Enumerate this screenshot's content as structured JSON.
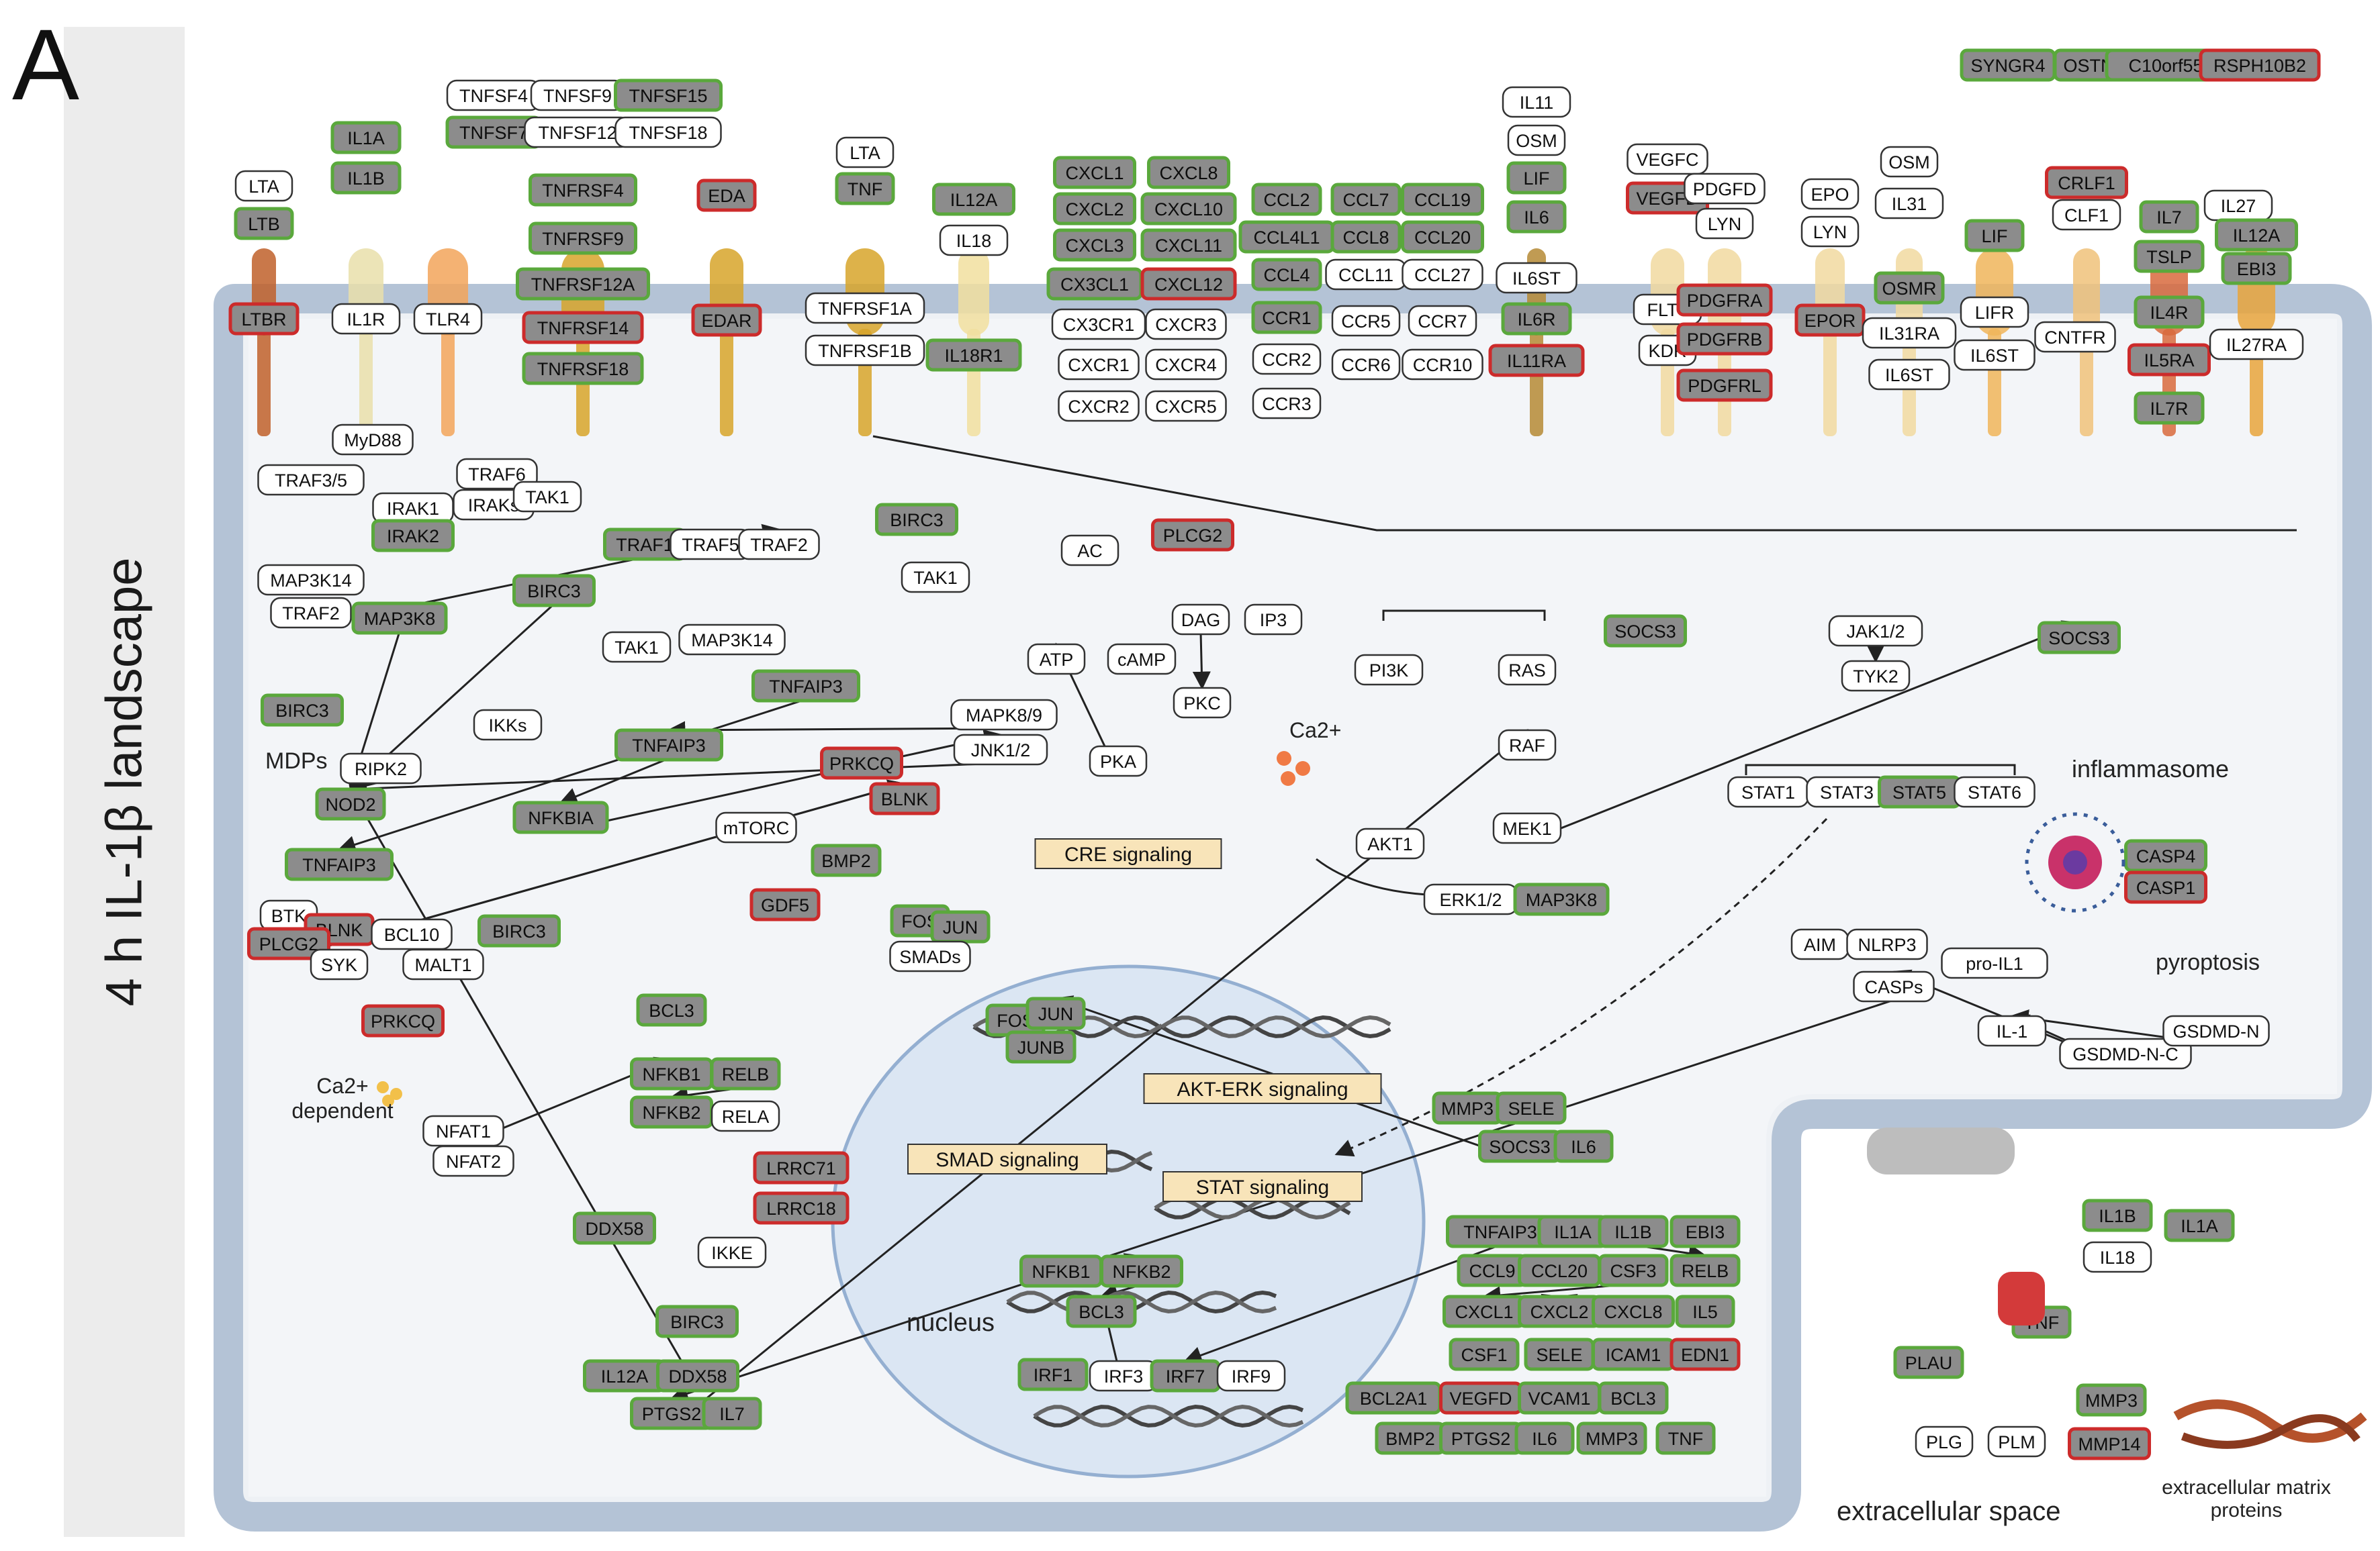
{
  "panel_letter": "A",
  "side_title": "4 h IL-1β landscape",
  "labels": {
    "nucleus": "nucleus",
    "extracellular_space": "extracellular space",
    "ecm": "extracellular matrix proteins",
    "inflammasome": "inflammasome",
    "pyroptosis": "pyroptosis",
    "mdps": "MDPs",
    "ca_dependent": "Ca2+ dependent",
    "ca": "Ca2+"
  },
  "pathways": [
    "CRE signaling",
    "AKT-ERK signaling",
    "SMAD signaling",
    "STAT signaling"
  ],
  "colors": {
    "green": "#5aa83c",
    "red": "#cc2b2b",
    "gray": "#8c8c8c",
    "membrane": "#b9c8da",
    "nucleus": "#dbe6f3"
  },
  "nodes": [
    {
      "t": "SYNGR4",
      "s": "g"
    },
    {
      "t": "OSTN",
      "s": "g"
    },
    {
      "t": "C10orf55",
      "s": "g"
    },
    {
      "t": "RSPH10B2",
      "s": "r"
    },
    {
      "t": "TNFSF4",
      "s": "w"
    },
    {
      "t": "TNFSF9",
      "s": "w"
    },
    {
      "t": "TNFSF15",
      "s": "g"
    },
    {
      "t": "TNFSF7",
      "s": "g"
    },
    {
      "t": "TNFSF12",
      "s": "w"
    },
    {
      "t": "TNFSF18",
      "s": "w"
    },
    {
      "t": "LTA",
      "s": "w"
    },
    {
      "t": "LTB",
      "s": "g"
    },
    {
      "t": "IL1A",
      "s": "g"
    },
    {
      "t": "IL1B",
      "s": "g"
    },
    {
      "t": "TNFRSF4",
      "s": "g"
    },
    {
      "t": "TNFRSF9",
      "s": "g"
    },
    {
      "t": "TNFRSF12A",
      "s": "g"
    },
    {
      "t": "TNFRSF14",
      "s": "r"
    },
    {
      "t": "TNFRSF18",
      "s": "g"
    },
    {
      "t": "EDA",
      "s": "r"
    },
    {
      "t": "EDAR",
      "s": "r"
    },
    {
      "t": "LTA",
      "s": "w"
    },
    {
      "t": "TNF",
      "s": "g"
    },
    {
      "t": "TNFRSF1A",
      "s": "w"
    },
    {
      "t": "TNFRSF1B",
      "s": "w"
    },
    {
      "t": "IL12A",
      "s": "g"
    },
    {
      "t": "IL18",
      "s": "w"
    },
    {
      "t": "IL18R1",
      "s": "g"
    },
    {
      "t": "CXCL1",
      "s": "g"
    },
    {
      "t": "CXCL2",
      "s": "g"
    },
    {
      "t": "CXCL3",
      "s": "g"
    },
    {
      "t": "CX3CL1",
      "s": "g"
    },
    {
      "t": "CXCL8",
      "s": "g"
    },
    {
      "t": "CXCL10",
      "s": "g"
    },
    {
      "t": "CXCL11",
      "s": "g"
    },
    {
      "t": "CXCL12",
      "s": "r"
    },
    {
      "t": "CX3CR1",
      "s": "w"
    },
    {
      "t": "CXCR1",
      "s": "w"
    },
    {
      "t": "CXCR2",
      "s": "w"
    },
    {
      "t": "CXCR3",
      "s": "w"
    },
    {
      "t": "CXCR4",
      "s": "w"
    },
    {
      "t": "CXCR5",
      "s": "w"
    },
    {
      "t": "CCL2",
      "s": "g"
    },
    {
      "t": "CCL7",
      "s": "g"
    },
    {
      "t": "CCL19",
      "s": "g"
    },
    {
      "t": "CCL4L1",
      "s": "g"
    },
    {
      "t": "CCL8",
      "s": "g"
    },
    {
      "t": "CCL20",
      "s": "g"
    },
    {
      "t": "CCL4",
      "s": "g"
    },
    {
      "t": "CCL11",
      "s": "w"
    },
    {
      "t": "CCL27",
      "s": "w"
    },
    {
      "t": "CCR1",
      "s": "g"
    },
    {
      "t": "CCR5",
      "s": "w"
    },
    {
      "t": "CCR7",
      "s": "w"
    },
    {
      "t": "CCR2",
      "s": "w"
    },
    {
      "t": "CCR6",
      "s": "w"
    },
    {
      "t": "CCR10",
      "s": "w"
    },
    {
      "t": "CCR3",
      "s": "w"
    },
    {
      "t": "IL11",
      "s": "w"
    },
    {
      "t": "OSM",
      "s": "w"
    },
    {
      "t": "LIF",
      "s": "g"
    },
    {
      "t": "IL6",
      "s": "g"
    },
    {
      "t": "IL6ST",
      "s": "w"
    },
    {
      "t": "IL6R",
      "s": "g"
    },
    {
      "t": "IL11RA",
      "s": "r"
    },
    {
      "t": "VEGFC",
      "s": "w"
    },
    {
      "t": "VEGFD",
      "s": "r"
    },
    {
      "t": "FLT4",
      "s": "w"
    },
    {
      "t": "KDR",
      "s": "w"
    },
    {
      "t": "PDGFD",
      "s": "w"
    },
    {
      "t": "LYN",
      "s": "w"
    },
    {
      "t": "PDGFRA",
      "s": "r"
    },
    {
      "t": "PDGFRB",
      "s": "r"
    },
    {
      "t": "PDGFRL",
      "s": "r"
    },
    {
      "t": "EPO",
      "s": "w"
    },
    {
      "t": "LYN",
      "s": "w"
    },
    {
      "t": "EPOR",
      "s": "r"
    },
    {
      "t": "OSM",
      "s": "w"
    },
    {
      "t": "IL31",
      "s": "w"
    },
    {
      "t": "OSMR",
      "s": "g"
    },
    {
      "t": "IL31RA",
      "s": "w"
    },
    {
      "t": "IL6ST",
      "s": "w"
    },
    {
      "t": "LIF",
      "s": "g"
    },
    {
      "t": "LIFR",
      "s": "w"
    },
    {
      "t": "IL6ST",
      "s": "w"
    },
    {
      "t": "CRLF1",
      "s": "r"
    },
    {
      "t": "CLF1",
      "s": "w"
    },
    {
      "t": "CNTFR",
      "s": "w"
    },
    {
      "t": "IL7",
      "s": "g"
    },
    {
      "t": "TSLP",
      "s": "g"
    },
    {
      "t": "IL4R",
      "s": "g"
    },
    {
      "t": "IL5RA",
      "s": "r"
    },
    {
      "t": "IL7R",
      "s": "g"
    },
    {
      "t": "IL27",
      "s": "w"
    },
    {
      "t": "IL12A",
      "s": "g"
    },
    {
      "t": "EBI3",
      "s": "g"
    },
    {
      "t": "IL27RA",
      "s": "w"
    },
    {
      "t": "LTBR",
      "s": "r"
    },
    {
      "t": "IL1R",
      "s": "w"
    },
    {
      "t": "TLR4",
      "s": "w"
    },
    {
      "t": "MyD88",
      "s": "w"
    },
    {
      "t": "TRAF6",
      "s": "w"
    },
    {
      "t": "IRAKs",
      "s": "w"
    },
    {
      "t": "TAK1",
      "s": "w"
    },
    {
      "t": "TRAF3/5",
      "s": "w"
    },
    {
      "t": "IRAK1",
      "s": "w"
    },
    {
      "t": "IRAK2",
      "s": "g"
    },
    {
      "t": "MAP3K14",
      "s": "w"
    },
    {
      "t": "TRAF2",
      "s": "w"
    },
    {
      "t": "MAP3K8",
      "s": "g"
    },
    {
      "t": "TRAF1",
      "s": "g"
    },
    {
      "t": "TRAF5",
      "s": "w"
    },
    {
      "t": "TRAF2",
      "s": "w"
    },
    {
      "t": "BIRC3",
      "s": "g"
    },
    {
      "t": "BIRC3",
      "s": "g"
    },
    {
      "t": "TAK1",
      "s": "w"
    },
    {
      "t": "MAP3K14",
      "s": "w"
    },
    {
      "t": "TNFAIP3",
      "s": "g"
    },
    {
      "t": "TAK1",
      "s": "w"
    },
    {
      "t": "BIRC3",
      "s": "g"
    },
    {
      "t": "RIPK2",
      "s": "w"
    },
    {
      "t": "NOD2",
      "s": "g"
    },
    {
      "t": "TNFAIP3",
      "s": "g"
    },
    {
      "t": "IKKs",
      "s": "w"
    },
    {
      "t": "TNFAIP3",
      "s": "g"
    },
    {
      "t": "NFKBIA",
      "s": "g"
    },
    {
      "t": "mTORC",
      "s": "w"
    },
    {
      "t": "JNK1/2",
      "s": "w"
    },
    {
      "t": "MAPK8/9",
      "s": "w"
    },
    {
      "t": "PRKCQ",
      "s": "r"
    },
    {
      "t": "BLNK",
      "s": "r"
    },
    {
      "t": "BTK",
      "s": "w"
    },
    {
      "t": "BLNK",
      "s": "r"
    },
    {
      "t": "PLCG2",
      "s": "r"
    },
    {
      "t": "SYK",
      "s": "w"
    },
    {
      "t": "BCL10",
      "s": "w"
    },
    {
      "t": "MALT1",
      "s": "w"
    },
    {
      "t": "BIRC3",
      "s": "g"
    },
    {
      "t": "PRKCQ",
      "s": "r"
    },
    {
      "t": "NFAT1",
      "s": "w"
    },
    {
      "t": "NFAT2",
      "s": "w"
    },
    {
      "t": "BMP2",
      "s": "g"
    },
    {
      "t": "GDF5",
      "s": "r"
    },
    {
      "t": "FOS",
      "s": "g"
    },
    {
      "t": "JUN",
      "s": "g"
    },
    {
      "t": "SMADs",
      "s": "w"
    },
    {
      "t": "BCL3",
      "s": "g"
    },
    {
      "t": "NFKB1",
      "s": "g"
    },
    {
      "t": "RELB",
      "s": "g"
    },
    {
      "t": "NFKB2",
      "s": "g"
    },
    {
      "t": "RELA",
      "s": "w"
    },
    {
      "t": "LRRC71",
      "s": "r"
    },
    {
      "t": "LRRC18",
      "s": "r"
    },
    {
      "t": "DDX58",
      "s": "g"
    },
    {
      "t": "IKKE",
      "s": "w"
    },
    {
      "t": "BIRC3",
      "s": "g"
    },
    {
      "t": "IL12A",
      "s": "g"
    },
    {
      "t": "DDX58",
      "s": "g"
    },
    {
      "t": "PTGS2",
      "s": "g"
    },
    {
      "t": "IL7",
      "s": "g"
    },
    {
      "t": "AC",
      "s": "w"
    },
    {
      "t": "ATP",
      "s": "w"
    },
    {
      "t": "cAMP",
      "s": "w"
    },
    {
      "t": "PKA",
      "s": "w"
    },
    {
      "t": "PLCG2",
      "s": "r"
    },
    {
      "t": "DAG",
      "s": "w"
    },
    {
      "t": "IP3",
      "s": "w"
    },
    {
      "t": "PKC",
      "s": "w"
    },
    {
      "t": "PI3K",
      "s": "w"
    },
    {
      "t": "RAS",
      "s": "w"
    },
    {
      "t": "RAF",
      "s": "w"
    },
    {
      "t": "MEK1",
      "s": "w"
    },
    {
      "t": "AKT1",
      "s": "w"
    },
    {
      "t": "ERK1/2",
      "s": "w"
    },
    {
      "t": "MAP3K8",
      "s": "g"
    },
    {
      "t": "SOCS3",
      "s": "g"
    },
    {
      "t": "JAK1/2",
      "s": "w"
    },
    {
      "t": "TYK2",
      "s": "w"
    },
    {
      "t": "SOCS3",
      "s": "g"
    },
    {
      "t": "STAT1",
      "s": "w"
    },
    {
      "t": "STAT3",
      "s": "w"
    },
    {
      "t": "STAT5",
      "s": "g"
    },
    {
      "t": "STAT6",
      "s": "w"
    },
    {
      "t": "CASP4",
      "s": "g"
    },
    {
      "t": "CASP1",
      "s": "r"
    },
    {
      "t": "AIM",
      "s": "w"
    },
    {
      "t": "NLRP3",
      "s": "w"
    },
    {
      "t": "CASPs",
      "s": "w"
    },
    {
      "t": "pro-IL1",
      "s": "w"
    },
    {
      "t": "IL-1",
      "s": "w"
    },
    {
      "t": "GSDMD-N-C",
      "s": "w"
    },
    {
      "t": "GSDMD-N",
      "s": "w"
    },
    {
      "t": "FOS",
      "s": "g"
    },
    {
      "t": "JUN",
      "s": "g"
    },
    {
      "t": "JUNB",
      "s": "g"
    },
    {
      "t": "MMP3",
      "s": "g"
    },
    {
      "t": "SELE",
      "s": "g"
    },
    {
      "t": "SOCS3",
      "s": "g"
    },
    {
      "t": "IL6",
      "s": "g"
    },
    {
      "t": "NFKB1",
      "s": "g"
    },
    {
      "t": "NFKB2",
      "s": "g"
    },
    {
      "t": "BCL3",
      "s": "g"
    },
    {
      "t": "IRF1",
      "s": "g"
    },
    {
      "t": "IRF3",
      "s": "w"
    },
    {
      "t": "IRF7",
      "s": "g"
    },
    {
      "t": "IRF9",
      "s": "w"
    },
    {
      "t": "TNFAIP3",
      "s": "g"
    },
    {
      "t": "IL1A",
      "s": "g"
    },
    {
      "t": "IL1B",
      "s": "g"
    },
    {
      "t": "EBI3",
      "s": "g"
    },
    {
      "t": "CCL9",
      "s": "g"
    },
    {
      "t": "CCL20",
      "s": "g"
    },
    {
      "t": "CSF3",
      "s": "g"
    },
    {
      "t": "RELB",
      "s": "g"
    },
    {
      "t": "CXCL1",
      "s": "g"
    },
    {
      "t": "CXCL2",
      "s": "g"
    },
    {
      "t": "CXCL8",
      "s": "g"
    },
    {
      "t": "IL5",
      "s": "g"
    },
    {
      "t": "CSF1",
      "s": "g"
    },
    {
      "t": "SELE",
      "s": "g"
    },
    {
      "t": "ICAM1",
      "s": "g"
    },
    {
      "t": "EDN1",
      "s": "r"
    },
    {
      "t": "BCL2A1",
      "s": "g"
    },
    {
      "t": "VEGFD",
      "s": "r"
    },
    {
      "t": "VCAM1",
      "s": "g"
    },
    {
      "t": "BCL3",
      "s": "g"
    },
    {
      "t": "BMP2",
      "s": "g"
    },
    {
      "t": "PTGS2",
      "s": "g"
    },
    {
      "t": "IL6",
      "s": "g"
    },
    {
      "t": "MMP3",
      "s": "g"
    },
    {
      "t": "TNF",
      "s": "g"
    },
    {
      "t": "IL1B",
      "s": "g"
    },
    {
      "t": "IL1A",
      "s": "g"
    },
    {
      "t": "IL18",
      "s": "w"
    },
    {
      "t": "TNF",
      "s": "g"
    },
    {
      "t": "PLAU",
      "s": "g"
    },
    {
      "t": "PLG",
      "s": "w"
    },
    {
      "t": "PLM",
      "s": "w"
    },
    {
      "t": "MMP3",
      "s": "g"
    },
    {
      "t": "MMP14",
      "s": "r"
    }
  ]
}
